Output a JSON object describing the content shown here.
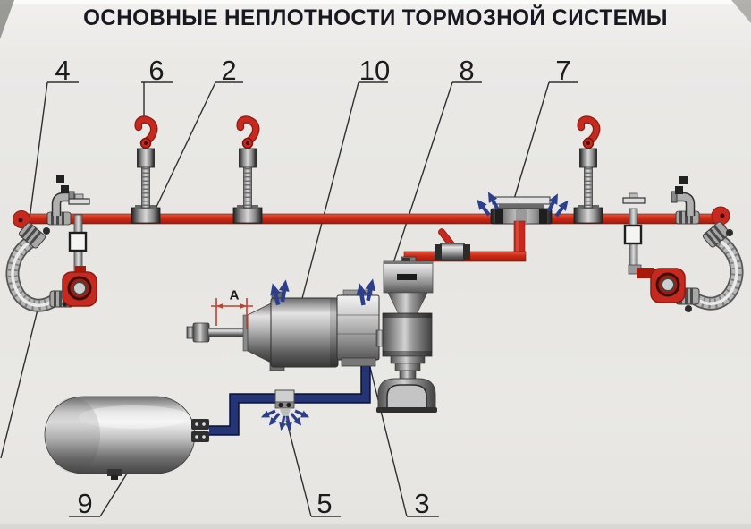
{
  "title": "ОСНОВНЫЕ НЕПЛОТНОСТИ ТОРМОЗНОЙ СИСТЕМЫ",
  "dimension_label": "А",
  "callouts": [
    {
      "number": "4"
    },
    {
      "number": "6"
    },
    {
      "number": "2"
    },
    {
      "number": "10"
    },
    {
      "number": "8"
    },
    {
      "number": "7"
    },
    {
      "number": "9"
    },
    {
      "number": "5"
    },
    {
      "number": "3"
    }
  ],
  "colors": {
    "air_pipe_red": "#c5291f",
    "supply_pipe_blue": "#1b2a6e",
    "leak_arrow_blue": "#2c3e8c",
    "brake_chamber_red": "#c5291f",
    "metal_gray": "#b5b5b5",
    "background": "#e8e7e4",
    "line_black": "#2f2f2f"
  }
}
